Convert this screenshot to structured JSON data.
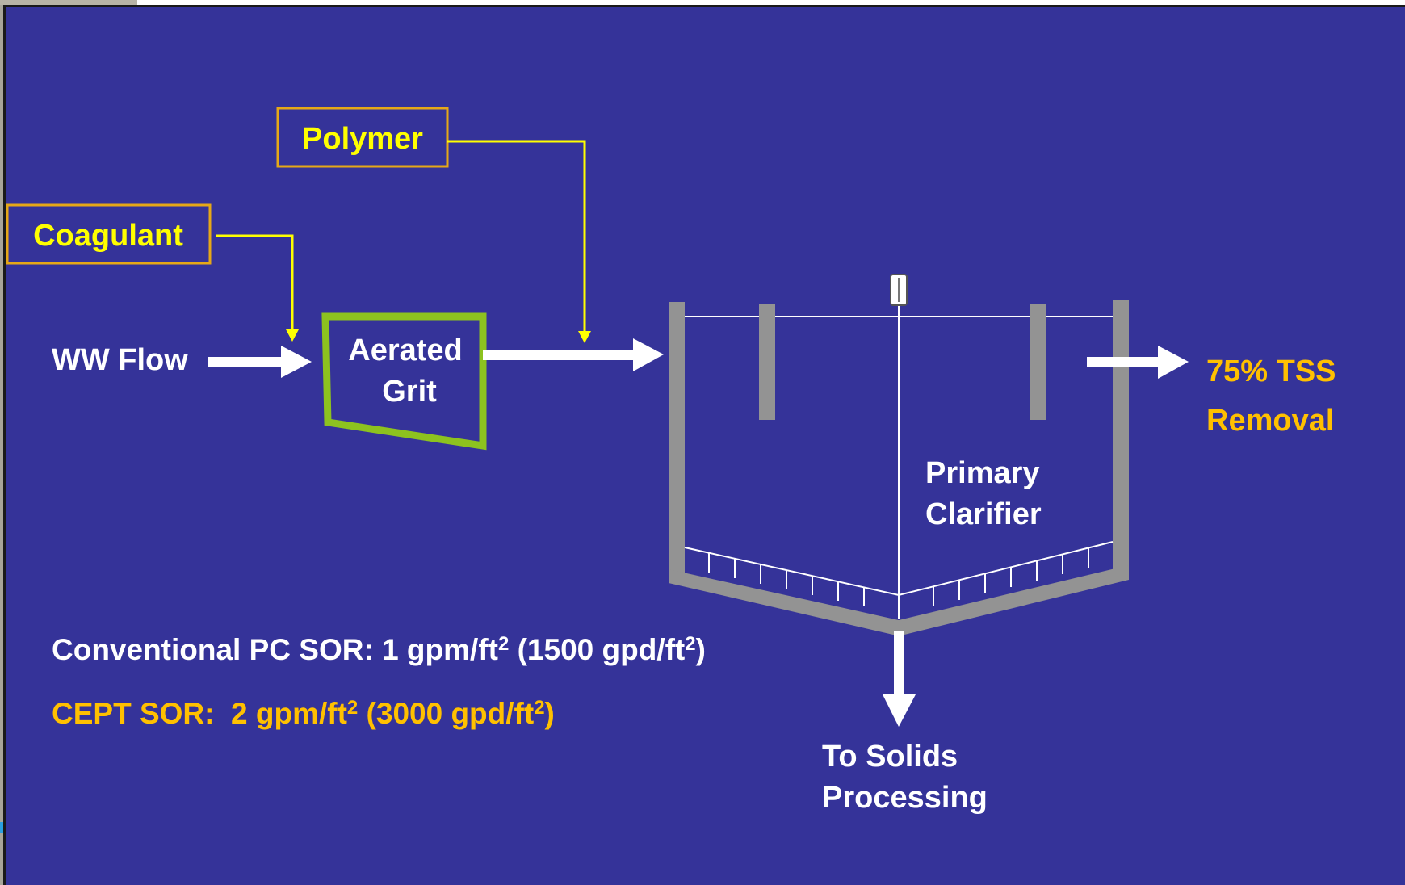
{
  "colors": {
    "background": "#353399",
    "white": "#ffffff",
    "yellow": "#ffff00",
    "orange": "#ffc000",
    "label_border": "#e6a817",
    "green": "#8dc21f",
    "gray": "#939393"
  },
  "inputs": {
    "polymer_label": "Polymer",
    "coagulant_label": "Coagulant",
    "ww_flow_label": "WW Flow"
  },
  "grit": {
    "line1": "Aerated",
    "line2": "Grit"
  },
  "clarifier": {
    "line1": "Primary",
    "line2": "Clarifier"
  },
  "effluent": {
    "line1": "75% TSS",
    "line2": "Removal"
  },
  "solids": {
    "line1": "To Solids",
    "line2": "Processing"
  },
  "rates": {
    "conventional": {
      "prefix": "Conventional PC SOR: 1 gpm/ft",
      "sup1": "2",
      "middle": " (1500 gpd/ft",
      "sup2": "2",
      "suffix": ")"
    },
    "cept": {
      "prefix": "CEPT SOR:  2 gpm/ft",
      "sup1": "2",
      "middle": " (3000 gpd/ft",
      "sup2": "2",
      "suffix": ")"
    }
  }
}
